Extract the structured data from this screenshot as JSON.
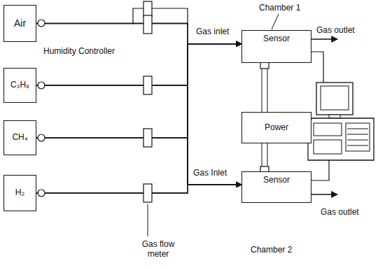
{
  "diagram": {
    "nodes": [
      {
        "text": [
          "Air"
        ]
      },
      {
        "text": [
          "C₃H₈"
        ]
      },
      {
        "text": [
          "CH₄"
        ]
      },
      {
        "text": [
          "H₂"
        ]
      },
      {
        "text": [
          "Sensor"
        ]
      },
      {
        "text": [
          "Power"
        ]
      },
      {
        "text": [
          "Sensor"
        ]
      }
    ],
    "edges": [
      {
        "from": 0,
        "to": 4,
        "arrow": "to"
      },
      {
        "from": 0,
        "to": 6,
        "arrow": "to"
      },
      {
        "from": 1,
        "to": 4,
        "arrow": "to"
      },
      {
        "from": 1,
        "to": 6,
        "arrow": "to"
      },
      {
        "from": 2,
        "to": 4,
        "arrow": "to"
      },
      {
        "from": 2,
        "to": 6,
        "arrow": "to"
      },
      {
        "from": 3,
        "to": 4,
        "arrow": "to"
      },
      {
        "from": 3,
        "to": 6,
        "arrow": "to"
      },
      {
        "from": 5,
        "to": 4,
        "arrow": "none"
      },
      {
        "from": 5,
        "to": 6,
        "arrow": "none"
      }
    ],
    "labels": [
      "Chamber 1",
      "Chamber 2",
      "Gas inlet",
      "Gas Inlet",
      "Gas outlet",
      "Gas outlet",
      "Humidity Controller",
      "Gas flow meter"
    ]
  }
}
